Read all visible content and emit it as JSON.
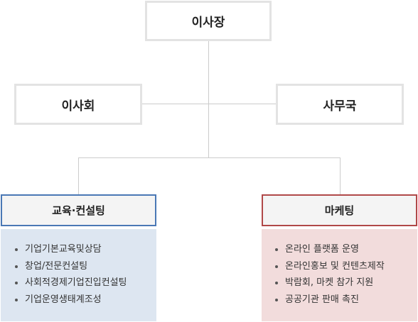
{
  "chairman": {
    "label": "이사장"
  },
  "board": {
    "label": "이사회"
  },
  "secretariat": {
    "label": "사무국"
  },
  "departments": [
    {
      "label": "교육·컨설팅",
      "border_color": "#4a78b5",
      "panel_color": "#dde6f1",
      "items": [
        "기업기본교육및상담",
        "창업/전문컨설팅",
        "사회적경제기업진입컨설팅",
        "기업운영생태계조성"
      ]
    },
    {
      "label": "마케팅",
      "border_color": "#b04848",
      "panel_color": "#f2dcdc",
      "items": [
        "온라인 플랫폼 운영",
        "온라인홍보 및 컨텐츠제작",
        "박람회, 마켓 참가 지원",
        "공공기관 판매 촉진"
      ]
    }
  ]
}
